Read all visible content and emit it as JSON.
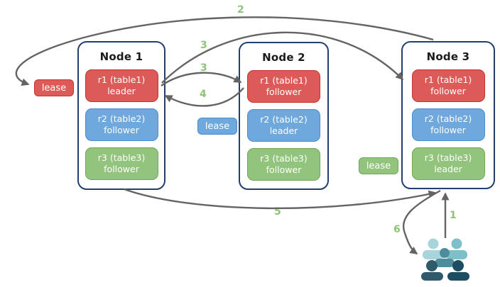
{
  "nodes": [
    {
      "title": "Node 1",
      "replicas": [
        {
          "line1": "r1 (table1)",
          "line2": "leader",
          "color": "red"
        },
        {
          "line1": "r2 (table2)",
          "line2": "follower",
          "color": "blue"
        },
        {
          "line1": "r3 (table3)",
          "line2": "follower",
          "color": "green"
        }
      ]
    },
    {
      "title": "Node 2",
      "replicas": [
        {
          "line1": "r1 (table1)",
          "line2": "follower",
          "color": "red"
        },
        {
          "line1": "r2 (table2)",
          "line2": "leader",
          "color": "blue"
        },
        {
          "line1": "r3 (table3)",
          "line2": "follower",
          "color": "green"
        }
      ]
    },
    {
      "title": "Node 3",
      "replicas": [
        {
          "line1": "r1 (table1)",
          "line2": "follower",
          "color": "red"
        },
        {
          "line1": "r2 (table2)",
          "line2": "follower",
          "color": "blue"
        },
        {
          "line1": "r3 (table3)",
          "line2": "leader",
          "color": "green"
        }
      ]
    }
  ],
  "leases": [
    {
      "label": "lease",
      "color": "red"
    },
    {
      "label": "lease",
      "color": "blue"
    },
    {
      "label": "lease",
      "color": "green"
    }
  ],
  "steps": {
    "s1": "1",
    "s2": "2",
    "s3a": "3",
    "s3b": "3",
    "s4": "4",
    "s5": "5",
    "s6": "6"
  },
  "icons": {
    "clients": "users-group-icon"
  },
  "colors": {
    "red-fill": "#DC5B58",
    "red-border": "#C5332F",
    "blue-fill": "#6FA8DC",
    "blue-border": "#4F8BC9",
    "green-fill": "#93C47D",
    "green-border": "#6FA854",
    "node-border": "#22406B",
    "arrow-color": "#646464",
    "step-green": "#8FC379",
    "person-1": "#A7D5DB",
    "person-2": "#7FBFC7",
    "person-3": "#4E8E9C",
    "person-4": "#2E5A6C",
    "person-5": "#1E4D61"
  }
}
